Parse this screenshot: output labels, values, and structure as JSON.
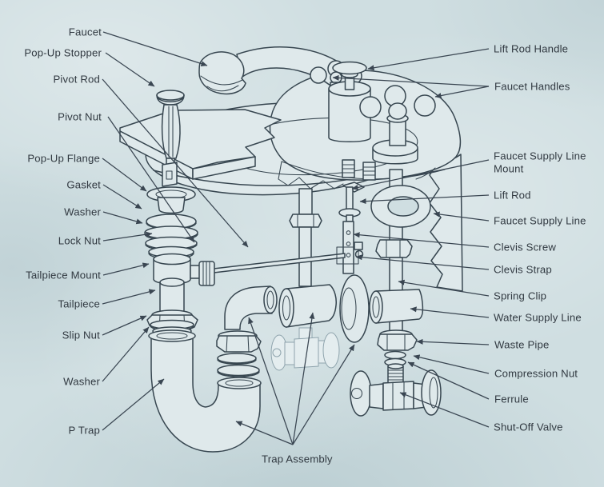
{
  "figure": {
    "subject": "Bathroom Sink Plumbing Diagram",
    "style": "exploded line-art diagram with callout labels"
  },
  "colors": {
    "background": "#cfdee1",
    "part_fill": "#dfe9eb",
    "line": "#374650",
    "text": "#313941",
    "ghost_line": "#8fa4ad"
  },
  "labels": {
    "left": [
      "Faucet",
      "Pop-Up Stopper",
      "Pivot Rod",
      "Pivot Nut",
      "Pop-Up Flange",
      "Gasket",
      "Washer",
      "Lock Nut",
      "Tailpiece Mount",
      "Tailpiece",
      "Slip Nut",
      "Washer",
      "P Trap"
    ],
    "right": [
      "Lift Rod Handle",
      "Faucet Handles",
      "Faucet Supply Line Mount",
      "Lift Rod",
      "Faucet Supply Line",
      "Clevis Screw",
      "Clevis Strap",
      "Spring Clip",
      "Water Supply Line",
      "Waste Pipe",
      "Compression Nut",
      "Ferrule",
      "Shut-Off Valve"
    ],
    "bottom": [
      "Trap Assembly"
    ]
  }
}
